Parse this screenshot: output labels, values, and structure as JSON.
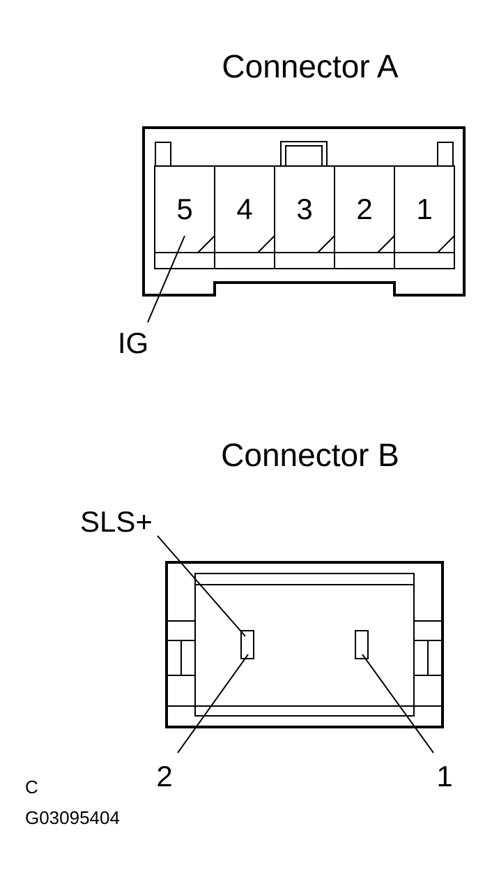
{
  "connector_a": {
    "title": "Connector A",
    "pins": [
      "5",
      "4",
      "3",
      "2",
      "1"
    ],
    "callout": "IG"
  },
  "connector_b": {
    "title": "Connector B",
    "callout_top": "SLS+",
    "pin_left": "2",
    "pin_right": "1"
  },
  "footer": {
    "letter": "C",
    "figure_code": "G03095404"
  }
}
